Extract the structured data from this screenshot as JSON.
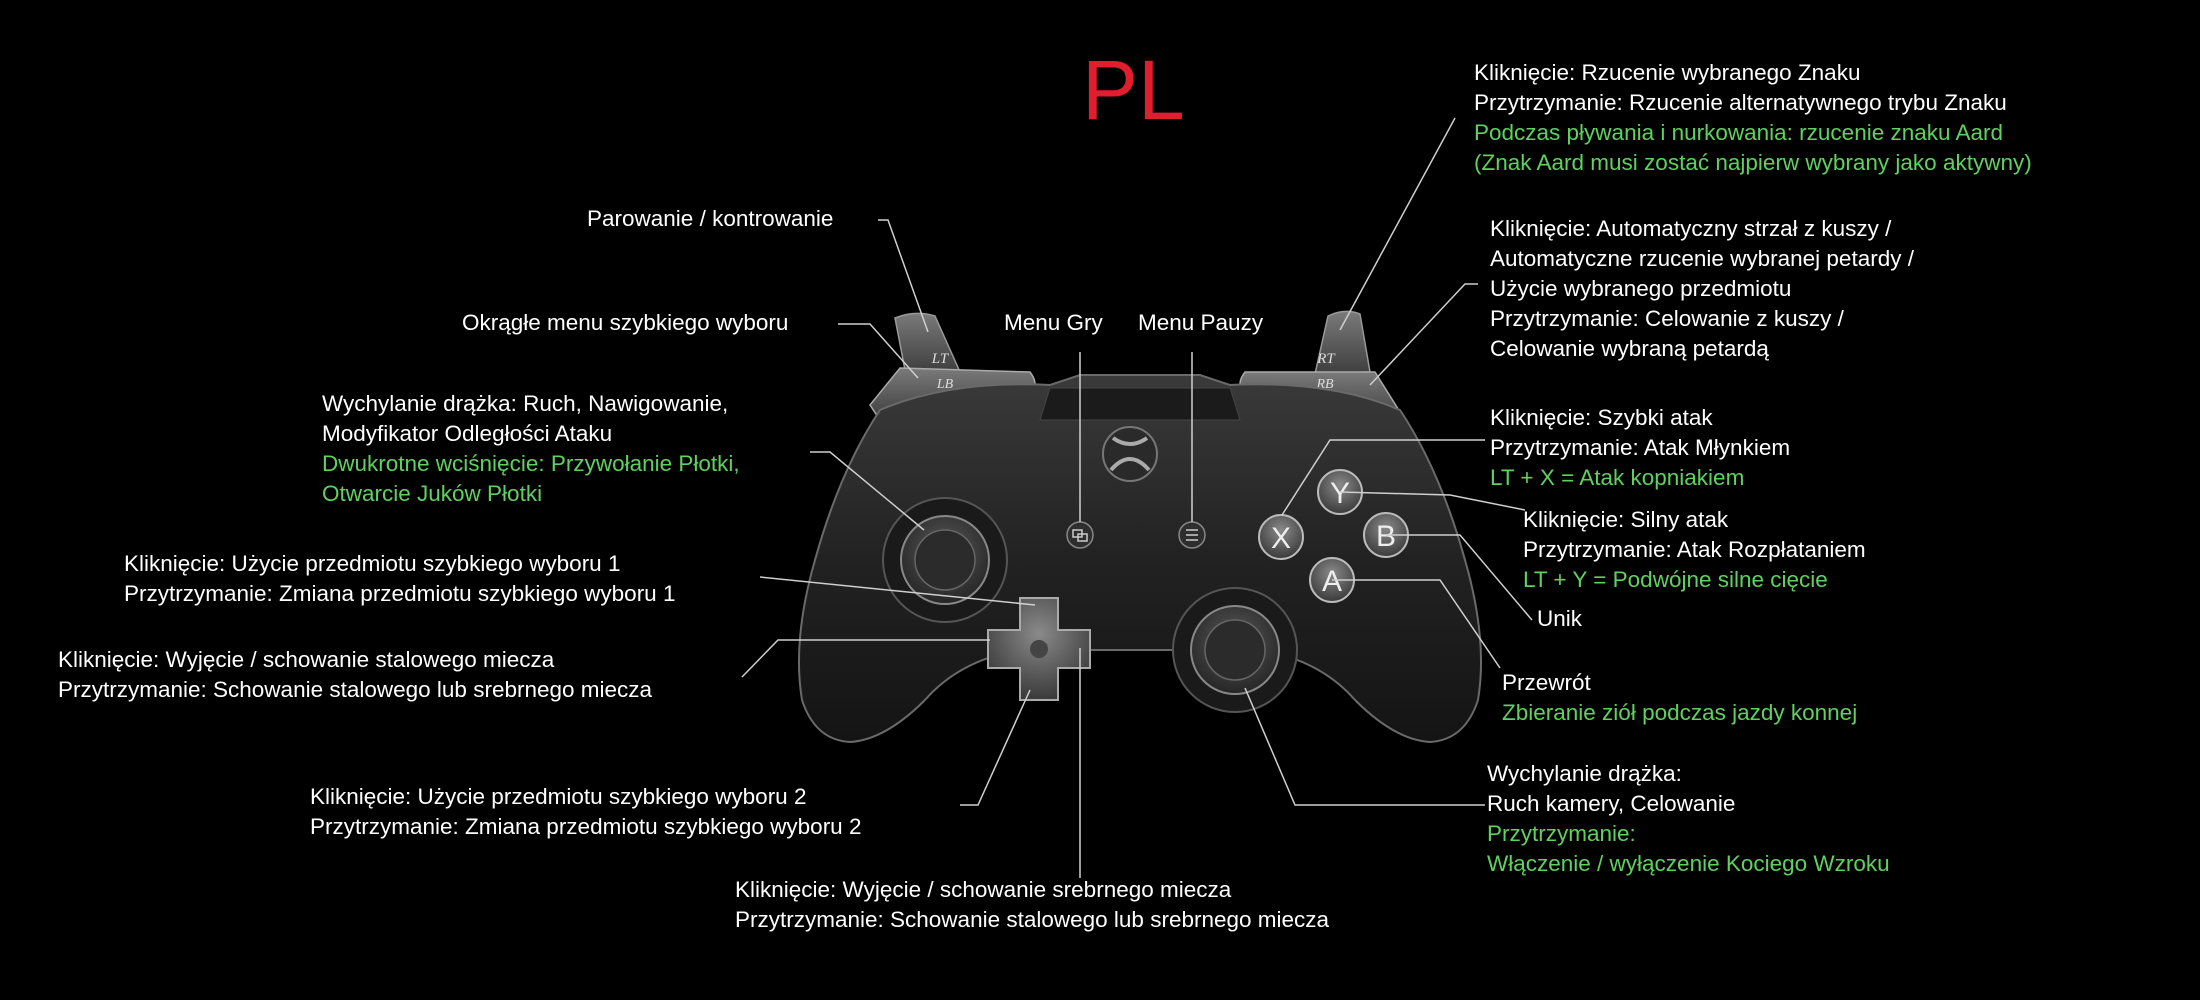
{
  "title": "PL",
  "colors": {
    "title": "#e01e2e",
    "highlight": "#5fd15f",
    "text": "#ffffff",
    "background": "#000000"
  },
  "controller": {
    "lt": "LT",
    "lb": "LB",
    "rt": "RT",
    "rb": "RB",
    "y": "Y",
    "x": "X",
    "b": "B",
    "a": "A",
    "view_icon": "view-icon",
    "menu_icon": "menu-icon",
    "logo_icon": "xbox-logo-icon"
  },
  "labels": {
    "lt": {
      "lines": [
        "Parowanie / kontrowanie"
      ]
    },
    "lb": {
      "lines": [
        "Okrągłe menu szybkiego wyboru"
      ]
    },
    "view": {
      "lines": [
        "Menu Gry"
      ]
    },
    "menu": {
      "lines": [
        "Menu Pauzy"
      ]
    },
    "left_stick": {
      "lines": [
        "Wychylanie drążka: Ruch, Nawigowanie,",
        "Modyfikator Odległości Ataku"
      ],
      "green": [
        "Dwukrotne wciśnięcie: Przywołanie Płotki,",
        "Otwarcie Juków Płotki"
      ]
    },
    "dpad_up": {
      "lines": [
        "Kliknięcie: Użycie przedmiotu szybkiego wyboru 1",
        "Przytrzymanie: Zmiana przedmiotu szybkiego wyboru 1"
      ]
    },
    "dpad_left": {
      "lines": [
        "Kliknięcie: Wyjęcie / schowanie stalowego miecza",
        "Przytrzymanie: Schowanie stalowego lub srebrnego miecza"
      ]
    },
    "dpad_down": {
      "lines": [
        "Kliknięcie: Użycie przedmiotu szybkiego wyboru 2",
        "Przytrzymanie: Zmiana przedmiotu szybkiego wyboru 2"
      ]
    },
    "dpad_right": {
      "lines": [
        "Kliknięcie: Wyjęcie / schowanie srebrnego miecza",
        "Przytrzymanie: Schowanie stalowego lub srebrnego miecza"
      ]
    },
    "rb": {
      "lines": [
        "Kliknięcie: Rzucenie wybranego Znaku",
        "Przytrzymanie: Rzucenie alternatywnego trybu Znaku"
      ],
      "green": [
        "Podczas pływania i nurkowania: rzucenie znaku Aard",
        "(Znak Aard musi zostać najpierw wybrany jako aktywny)"
      ]
    },
    "rt": {
      "lines": [
        "Kliknięcie: Automatyczny strzał z kuszy /",
        "Automatyczne rzucenie wybranej petardy /",
        "Użycie wybranego przedmiotu",
        "Przytrzymanie: Celowanie z kuszy /",
        "Celowanie wybraną petardą"
      ]
    },
    "x_button": {
      "lines": [
        "Kliknięcie: Szybki atak",
        "Przytrzymanie: Atak Młynkiem"
      ],
      "green": [
        "LT + X = Atak kopniakiem"
      ]
    },
    "y_button": {
      "lines": [
        "Kliknięcie: Silny atak",
        "Przytrzymanie: Atak Rozpłataniem"
      ],
      "green": [
        "LT + Y = Podwójne silne cięcie"
      ]
    },
    "b_button": {
      "lines": [
        "Unik"
      ]
    },
    "a_button": {
      "lines": [
        "Przewrót"
      ],
      "green": [
        "Zbieranie ziół podczas jazdy konnej"
      ]
    },
    "right_stick": {
      "lines": [
        "Wychylanie drążka:",
        "Ruch kamery, Celowanie"
      ],
      "green": [
        "Przytrzymanie:",
        "Włączenie / wyłączenie Kociego Wzroku"
      ]
    }
  }
}
